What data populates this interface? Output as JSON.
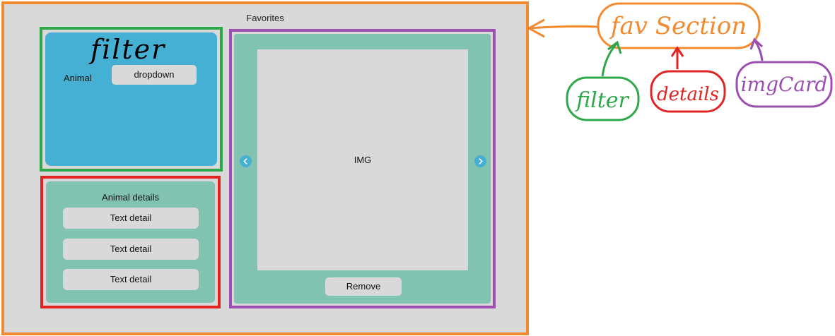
{
  "fav_section": {
    "title": "Favorites",
    "filter": {
      "heading": "filter",
      "animal_label": "Animal",
      "dropdown_label": "dropdown"
    },
    "details": {
      "title": "Animal details",
      "items": [
        "Text detail",
        "Text detail",
        "Text detail"
      ]
    },
    "img_card": {
      "img_label": "IMG",
      "remove_label": "Remove"
    }
  },
  "annotations": {
    "fav_section": "fav Section",
    "filter": "filter",
    "details": "details",
    "img_card": "imgCard"
  },
  "colors": {
    "fav_section": "#f28a30",
    "filter": "#2ea84a",
    "details": "#e02424",
    "img_card": "#9b4fb0"
  }
}
